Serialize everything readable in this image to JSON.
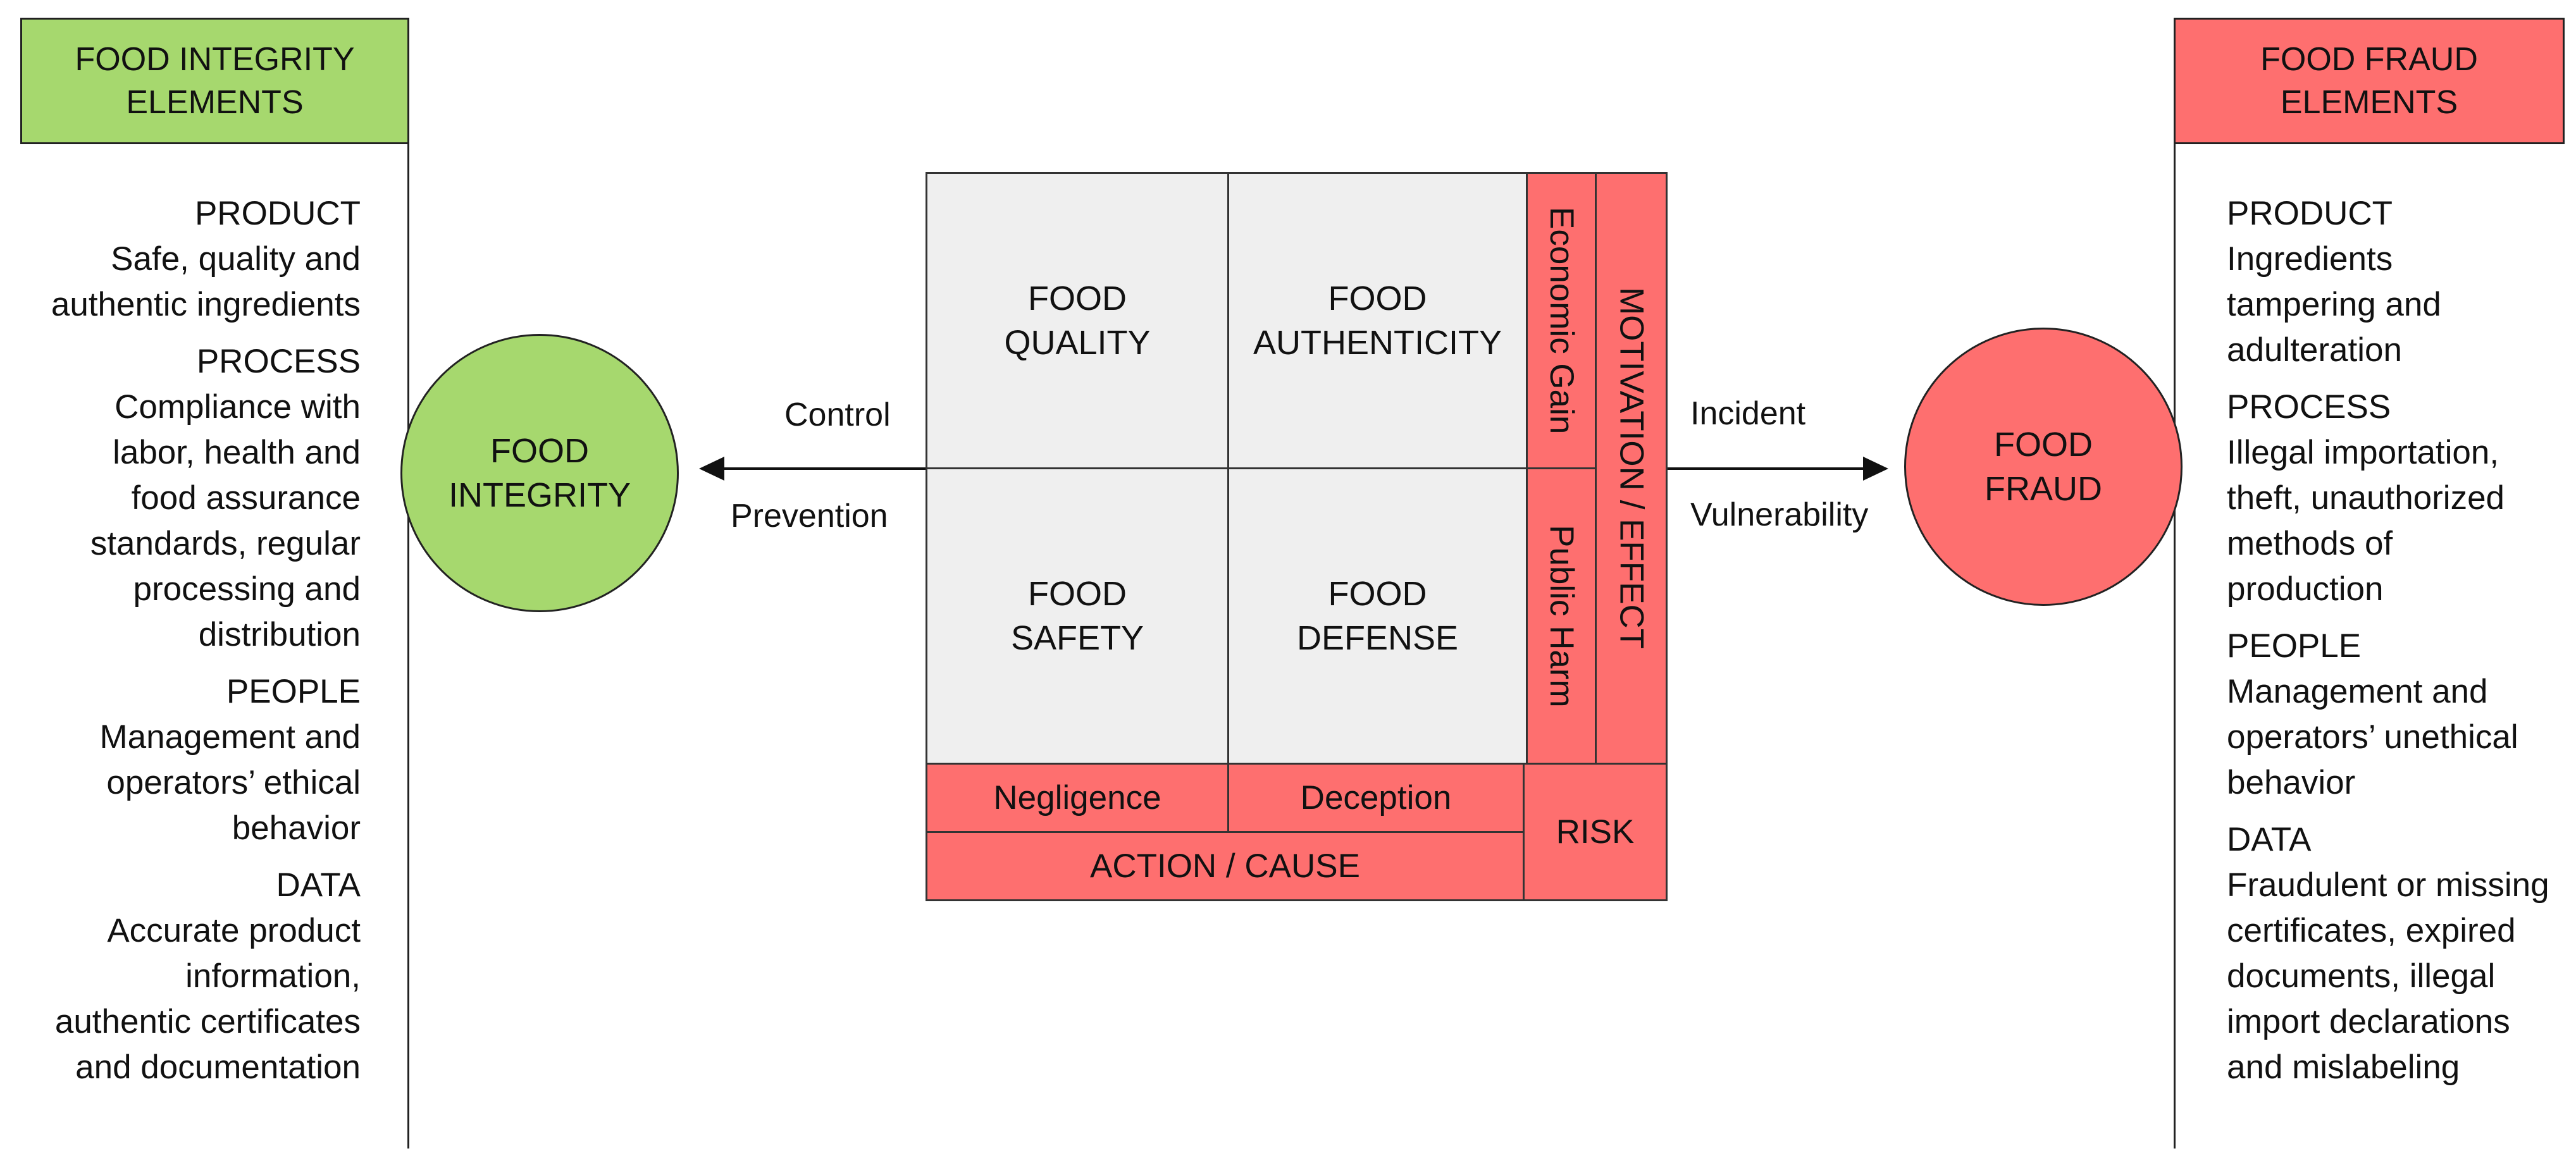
{
  "integrity_header": "FOOD INTEGRITY\nELEMENTS",
  "fraud_header": "FOOD FRAUD\nELEMENTS",
  "integrity_elements": [
    {
      "heading": "PRODUCT",
      "desc": "Safe, quality and\nauthentic ingredients"
    },
    {
      "heading": "PROCESS",
      "desc": "Compliance with\nlabor, health and\nfood assurance\nstandards, regular\nprocessing and\ndistribution"
    },
    {
      "heading": "PEOPLE",
      "desc": "Management and\noperators’ ethical\nbehavior"
    },
    {
      "heading": "DATA",
      "desc": "Accurate product\ninformation,\nauthentic certificates\nand documentation"
    }
  ],
  "fraud_elements": [
    {
      "heading": "PRODUCT",
      "desc": "Ingredients\ntampering and\nadulteration"
    },
    {
      "heading": "PROCESS",
      "desc": "Illegal importation,\ntheft, unauthorized\nmethods of\nproduction"
    },
    {
      "heading": "PEOPLE",
      "desc": "Management and\noperators’ unethical\nbehavior"
    },
    {
      "heading": "DATA",
      "desc": "Fraudulent or missing\ncertificates, expired\ndocuments, illegal\nimport declarations\nand mislabeling"
    }
  ],
  "integrity_circle": "FOOD\nINTEGRITY",
  "fraud_circle": "FOOD\nFRAUD",
  "left_arrow_labels": {
    "top": "Control",
    "bottom": "Prevention"
  },
  "right_arrow_labels": {
    "top": "Incident",
    "bottom": "Vulnerability"
  },
  "matrix": {
    "quality": "FOOD\nQUALITY",
    "authenticity": "FOOD\nAUTHENTICITY",
    "safety": "FOOD\nSAFETY",
    "defense": "FOOD\nDEFENSE",
    "economic_gain": "Economic Gain",
    "public_harm": "Public Harm",
    "motivation_effect": "MOTIVATION / EFFECT",
    "negligence": "Negligence",
    "deception": "Deception",
    "action_cause": "ACTION / CAUSE",
    "risk": "RISK"
  },
  "colors": {
    "green": "#a6d86e",
    "red": "#fe6f6f",
    "cell_gray": "#efefef"
  }
}
